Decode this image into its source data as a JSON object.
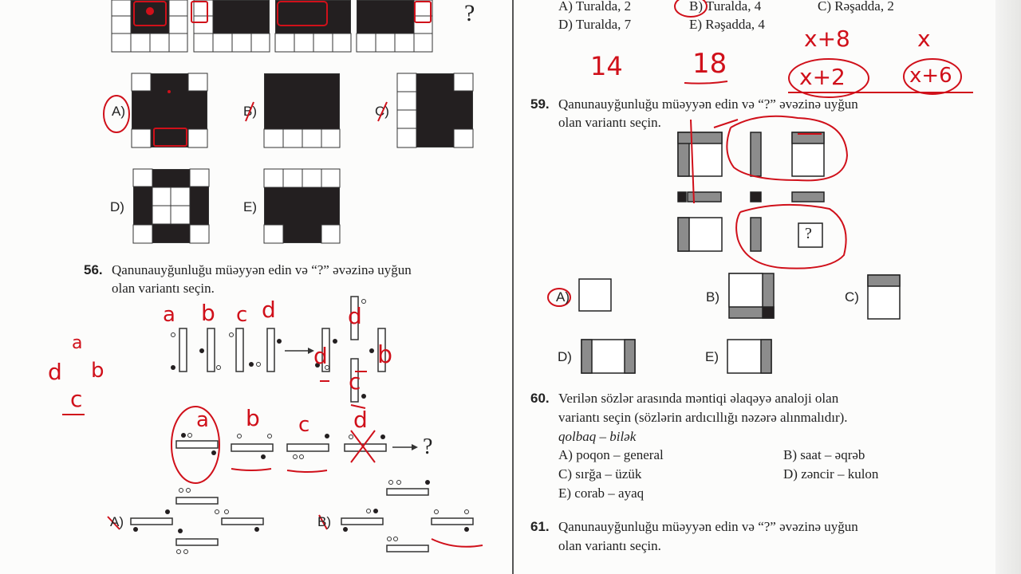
{
  "left": {
    "q55": {
      "question_mark": "?",
      "options": {
        "a": "A)",
        "b": "B)",
        "c": "C)",
        "d": "D)",
        "e": "E)"
      }
    },
    "q56": {
      "number": "56.",
      "text_line1": "Qanunauyğunluğu müəyyən edin və “?” əvəzinə uyğun",
      "text_line2": "olan variantı seçin.",
      "question_mark": "?",
      "option_a": "A)",
      "option_b": "B)"
    }
  },
  "right": {
    "q58": {
      "options": {
        "a": "A) Turalda, 2",
        "b": "B) Turalda, 4",
        "c": "C) Rəşadda, 2",
        "d": "D) Turalda, 7",
        "e": "E) Rəşadda, 4"
      }
    },
    "q59": {
      "number": "59.",
      "text_line1": "Qanunauyğunluğu müəyyən edin və “?” əvəzinə uyğun",
      "text_line2": "olan variantı seçin.",
      "question_mark": "?",
      "options": {
        "a": "A)",
        "b": "B)",
        "c": "C)",
        "d": "D)",
        "e": "E)"
      }
    },
    "q60": {
      "number": "60.",
      "text_line1": "Verilən sözlər arasında məntiqi əlaqəyə analoji olan",
      "text_line2": "variantı seçin (sözlərin ardıcıllığı nəzərə alınmalıdır).",
      "pair": "qolbaq – bilək",
      "options": {
        "a": "A) poqon – general",
        "b": "B) saat – əqrəb",
        "c": "C) sırğa – üzük",
        "d": "D) zəncir – kulon",
        "e": "E) corab – ayaq"
      }
    },
    "q61": {
      "number": "61.",
      "text_line1": "Qanunauyğunluğu müəyyən edin və “?” əvəzinə uyğun",
      "text_line2": "olan variantı seçin."
    }
  },
  "handwriting": {
    "x8": "x+8",
    "x": "x",
    "n14": "14",
    "n18": "18",
    "x2": "x+2",
    "x6": "x+6",
    "a": "a",
    "b": "b",
    "c": "c",
    "d": "d"
  },
  "colors": {
    "ink": "#d0101a",
    "paper": "#fcfcfb",
    "fill": "#231f20",
    "gray": "#8c8c8c"
  }
}
